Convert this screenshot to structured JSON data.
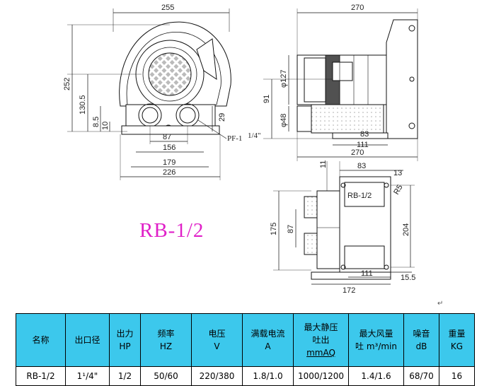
{
  "drawing": {
    "front_view": {
      "width_top": "255",
      "height_total": "252",
      "height_center": "130.5",
      "foot_thk": "8.5",
      "base_h": "10",
      "foot_h": "29",
      "port_spacing": "87",
      "bolt_span": "156",
      "base_w": "179",
      "overall_w": "226",
      "port_label": "PF-1",
      "port_frac": "1/4\""
    },
    "side_view": {
      "overall_len": "270",
      "motor_dia": "φ127",
      "outlet_dia": "φ48",
      "center_h": "91",
      "len_83": "83",
      "len_111": "111",
      "len_bottom": "270"
    },
    "bottom_view": {
      "d11": "11",
      "d83": "83",
      "d13": "13",
      "r5": "R5",
      "d175": "175",
      "d87": "87",
      "d204": "204",
      "d111": "111",
      "d15_5": "15.5",
      "d172": "172",
      "plate": "RB-1/2"
    },
    "model": "RB-1/2"
  },
  "table": {
    "headers": [
      {
        "l1": "名称",
        "l2": ""
      },
      {
        "l1": "出口径",
        "l2": ""
      },
      {
        "l1": "出力",
        "l2": "HP"
      },
      {
        "l1": "频率",
        "l2": "HZ"
      },
      {
        "l1": "电压",
        "l2": "V"
      },
      {
        "l1": "满载电流",
        "l2": "A"
      },
      {
        "l1": "最大静压",
        "l2": "吐出",
        "l3": "mmAQ"
      },
      {
        "l1": "最大风量",
        "l2": "吐 m³/min"
      },
      {
        "l1": "噪音",
        "l2": "dB"
      },
      {
        "l1": "重量",
        "l2": "KG"
      }
    ],
    "row": [
      "RB-1/2",
      "1¹/4\"",
      "1/2",
      "50/60",
      "220/380",
      "1.8/1.0",
      "1000/1200",
      "1.4/1.6",
      "68/70",
      "16"
    ]
  },
  "colors": {
    "header_bg": "#3cc8ec",
    "model_text": "#e020c8"
  }
}
